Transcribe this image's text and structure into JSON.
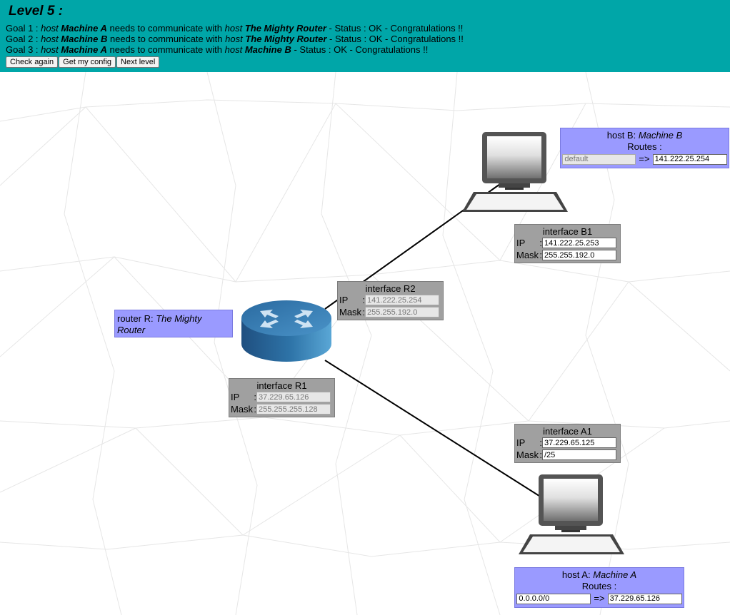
{
  "header": {
    "level_title": "Level 5 :",
    "goals": [
      {
        "prefix": "Goal 1 : ",
        "host1_kw": "host",
        "host1": "Machine A",
        "mid": " needs to communicate with ",
        "host2_kw": "host",
        "host2": "The Mighty Router",
        "status": " - Status : OK - Congratulations !!"
      },
      {
        "prefix": "Goal 2 : ",
        "host1_kw": "host",
        "host1": "Machine B",
        "mid": " needs to communicate with ",
        "host2_kw": "host",
        "host2": "The Mighty Router",
        "status": " - Status : OK - Congratulations !!"
      },
      {
        "prefix": "Goal 3 : ",
        "host1_kw": "host",
        "host1": "Machine A",
        "mid": " needs to communicate with ",
        "host2_kw": "host",
        "host2": "Machine B",
        "status": " - Status : OK - Congratulations !!"
      }
    ],
    "buttons": {
      "check": "Check again",
      "config": "Get my config",
      "next": "Next level"
    }
  },
  "host_b": {
    "label": "host B: ",
    "name": "Machine B",
    "routes_label": "Routes :",
    "route_dest": "default",
    "route_arrow": "=>",
    "route_gw": "141.222.25.254"
  },
  "interface_b1": {
    "title": "interface B1",
    "ip_label": "IP",
    "mask_label": "Mask",
    "colon": ":",
    "ip": "141.222.25.253",
    "mask": "255.255.192.0"
  },
  "interface_r2": {
    "title": "interface R2",
    "ip_label": "IP",
    "mask_label": "Mask",
    "colon": ":",
    "ip": "141.222.25.254",
    "mask": "255.255.192.0"
  },
  "router": {
    "label": "router R: ",
    "name": "The Mighty Router"
  },
  "interface_r1": {
    "title": "interface R1",
    "ip_label": "IP",
    "mask_label": "Mask",
    "colon": ":",
    "ip": "37.229.65.126",
    "mask": "255.255.255.128"
  },
  "interface_a1": {
    "title": "interface A1",
    "ip_label": "IP",
    "mask_label": "Mask",
    "colon": ":",
    "ip": "37.229.65.125",
    "mask": "/25"
  },
  "host_a": {
    "label": "host A: ",
    "name": "Machine A",
    "routes_label": "Routes :",
    "route_dest": "0.0.0.0/0",
    "route_arrow": "=>",
    "route_gw": "37.229.65.126"
  },
  "colors": {
    "header_bg": "#00a6a8",
    "host_box": "#9a9aff",
    "interface_box": "#a0a0a0",
    "router_blue": "#2e74a8"
  },
  "icons": [
    "router-icon",
    "computer-icon"
  ]
}
